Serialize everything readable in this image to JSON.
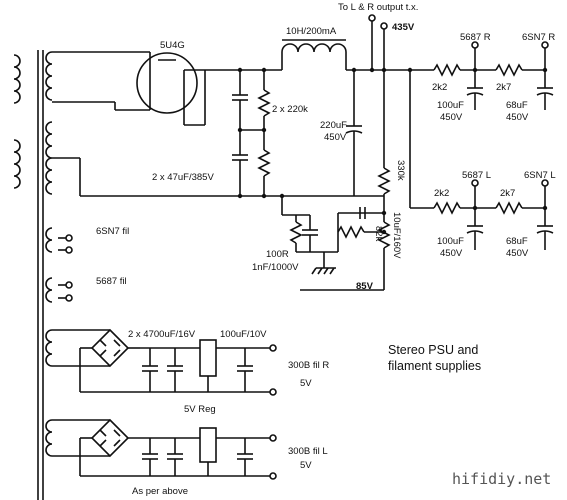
{
  "diagram": {
    "labels": {
      "output_to": "To L & R output t.x.",
      "v435": "435V",
      "choke": "10H/200mA",
      "rect_tube": "5U4G",
      "bleed_res": "2 x 220k",
      "res_caps": "2 x 47uF/385V",
      "cap_220": "220uF",
      "cap_220v": "450V",
      "r_330k": "330k",
      "r_82k": "82k",
      "c_10u": "10uF/160V",
      "r_100": "100R",
      "c_1n": "1nF/1000V",
      "v85": "85V",
      "fil_6sn7": "6SN7 fil",
      "fil_5687": "5687 fil",
      "tube_5687r": "5687 R",
      "tube_6sn7r": "6SN7 R",
      "tube_5687l": "5687 L",
      "tube_6sn7l": "6SN7 L",
      "r_2k2_a": "2k2",
      "r_2k7_a": "2k7",
      "r_2k2_b": "2k2",
      "r_2k7_b": "2k7",
      "c100_a": "100uF",
      "c100_a_v": "450V",
      "c68_a": "68uF",
      "c68_a_v": "450V",
      "c100_b": "100uF",
      "c100_b_v": "450V",
      "c68_b": "68uF",
      "c68_b_v": "450V",
      "cap_4700": "2 x 4700uF/16V",
      "cap_100_10": "100uF/10V",
      "reg": "5V Reg",
      "out_300b_r": "300B fil R",
      "out_300b_r_v": "5V",
      "out_300b_l": "300B fil L",
      "out_300b_l_v": "5V",
      "as_above": "As per above"
    },
    "caption_line1": "Stereo PSU and",
    "caption_line2": "filament supplies",
    "watermark": "hifidiy.net"
  }
}
